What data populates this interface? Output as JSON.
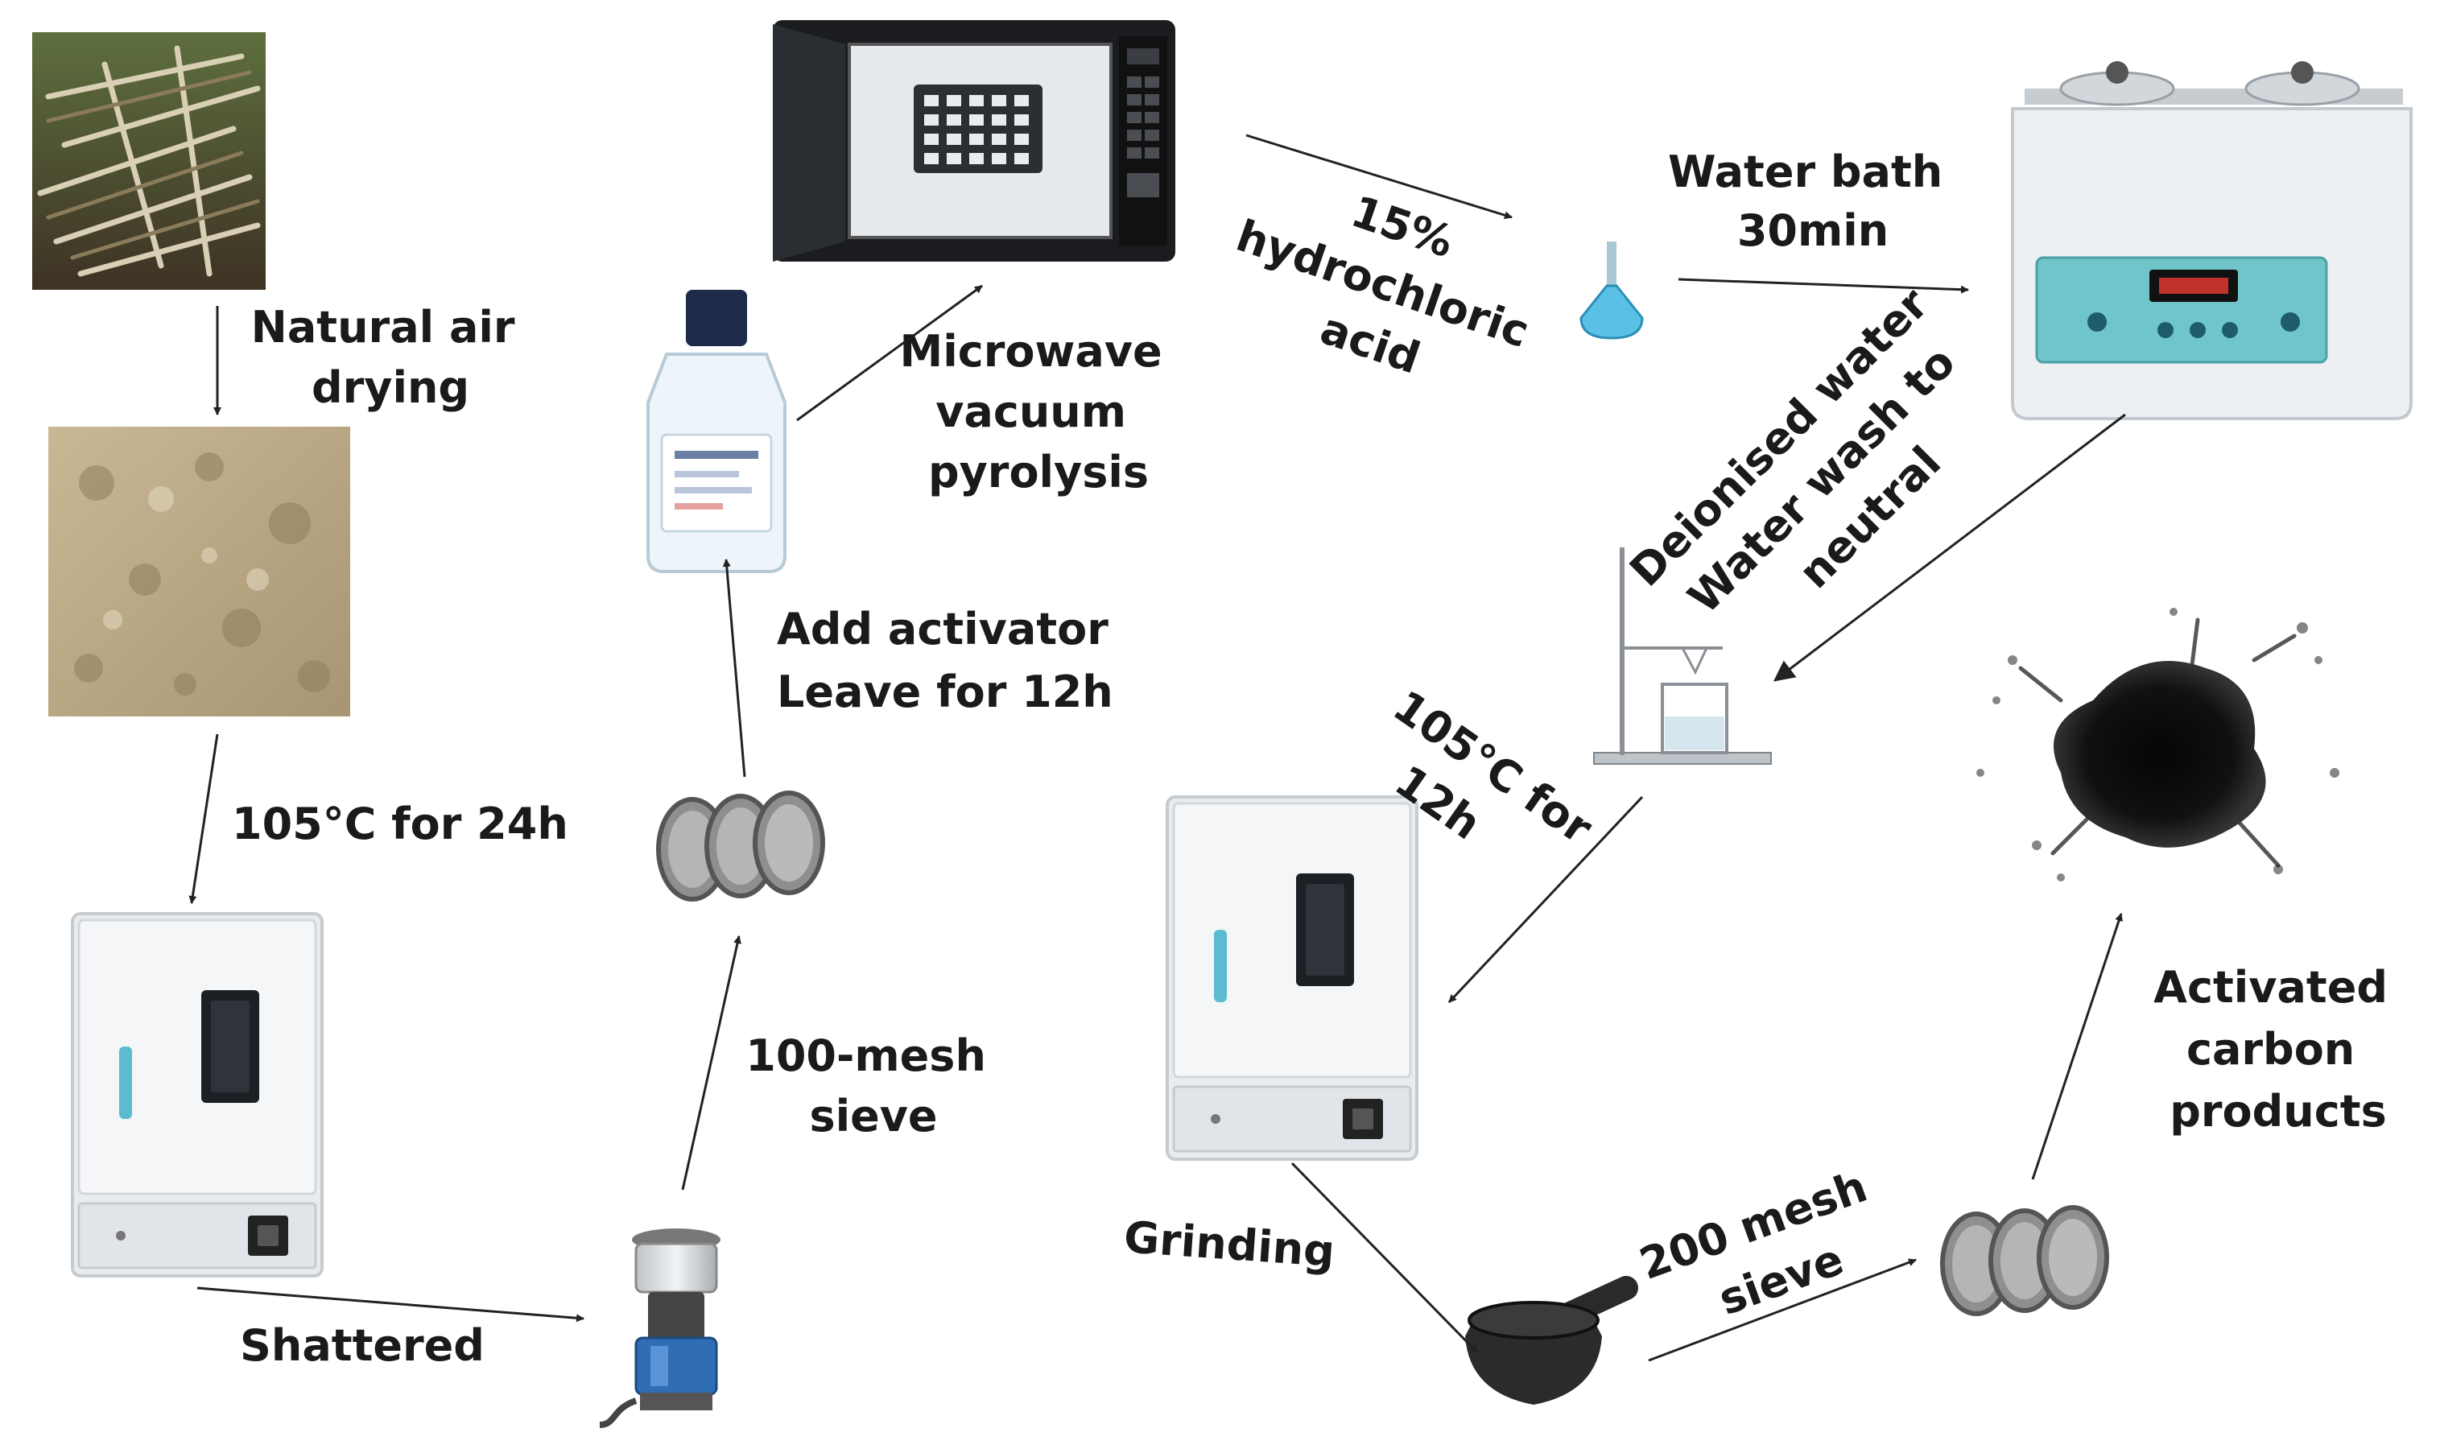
{
  "labels": {
    "natural_air_drying": [
      "Natural air",
      "drying"
    ],
    "dry_105_24h": [
      "105°C for 24h"
    ],
    "shattered": [
      "Shattered"
    ],
    "mesh_100": [
      "100-mesh",
      "sieve"
    ],
    "add_activator": [
      "Add activator",
      "Leave for 12h"
    ],
    "microwave": [
      "Microwave",
      "vacuum",
      "pyrolysis"
    ],
    "hcl": [
      "15%",
      "hydrochloric",
      "acid"
    ],
    "water_bath": [
      "Water bath",
      "30min"
    ],
    "deionised": [
      "Deionised water",
      "Water wash to",
      "neutral"
    ],
    "dry_105_12h": [
      "105°C for",
      "12h"
    ],
    "grinding": [
      "Grinding"
    ],
    "mesh_200": [
      "200 mesh",
      "sieve"
    ],
    "activated": [
      "Activated",
      "carbon",
      "products"
    ]
  },
  "icons": [
    "grass-photo",
    "powder-photo",
    "drying-oven-icon",
    "crusher-icon",
    "sieve-icon",
    "reagent-bottle-icon",
    "microwave-icon",
    "flask-icon",
    "water-bath-icon",
    "filter-stand-icon",
    "drying-oven-icon",
    "mortar-pestle-icon",
    "sieve-icon",
    "activated-carbon-icon"
  ],
  "colors": {
    "text": "#1a1a1a",
    "arrow": "#222222",
    "device_body": "#e9ecef",
    "panel_teal": "#6fc5c9",
    "crusher_blue": "#2f6db5",
    "flask_blue": "#5bc0e6",
    "carbon": "#111111"
  }
}
